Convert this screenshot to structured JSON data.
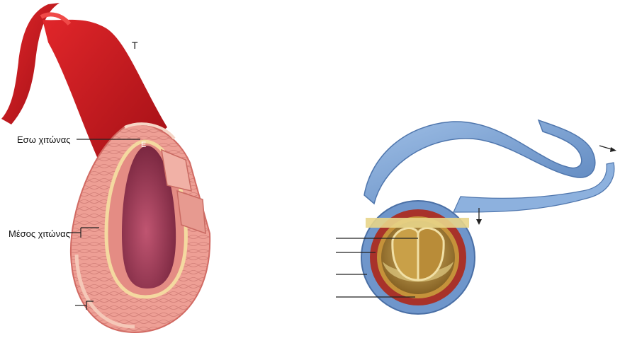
{
  "labels": {
    "inner_tunic": "Εσω χιτώνας",
    "middle_tunic": "Μέσος χιτώνας",
    "letter_t": "T",
    "letter_e": "E"
  },
  "colors": {
    "artery_red": "#c8161d",
    "artery_dark": "#8d0e12",
    "wall_pink": "#ee9f95",
    "lumen": "#a23d55",
    "vein_blue": "#7ea6d6",
    "vein_dark": "#4f76ad",
    "valve_gold": "#c9a63a",
    "valve_core": "#8a6a2c"
  },
  "icons": [
    "arrow-down-icon",
    "arrow-right-icon"
  ]
}
